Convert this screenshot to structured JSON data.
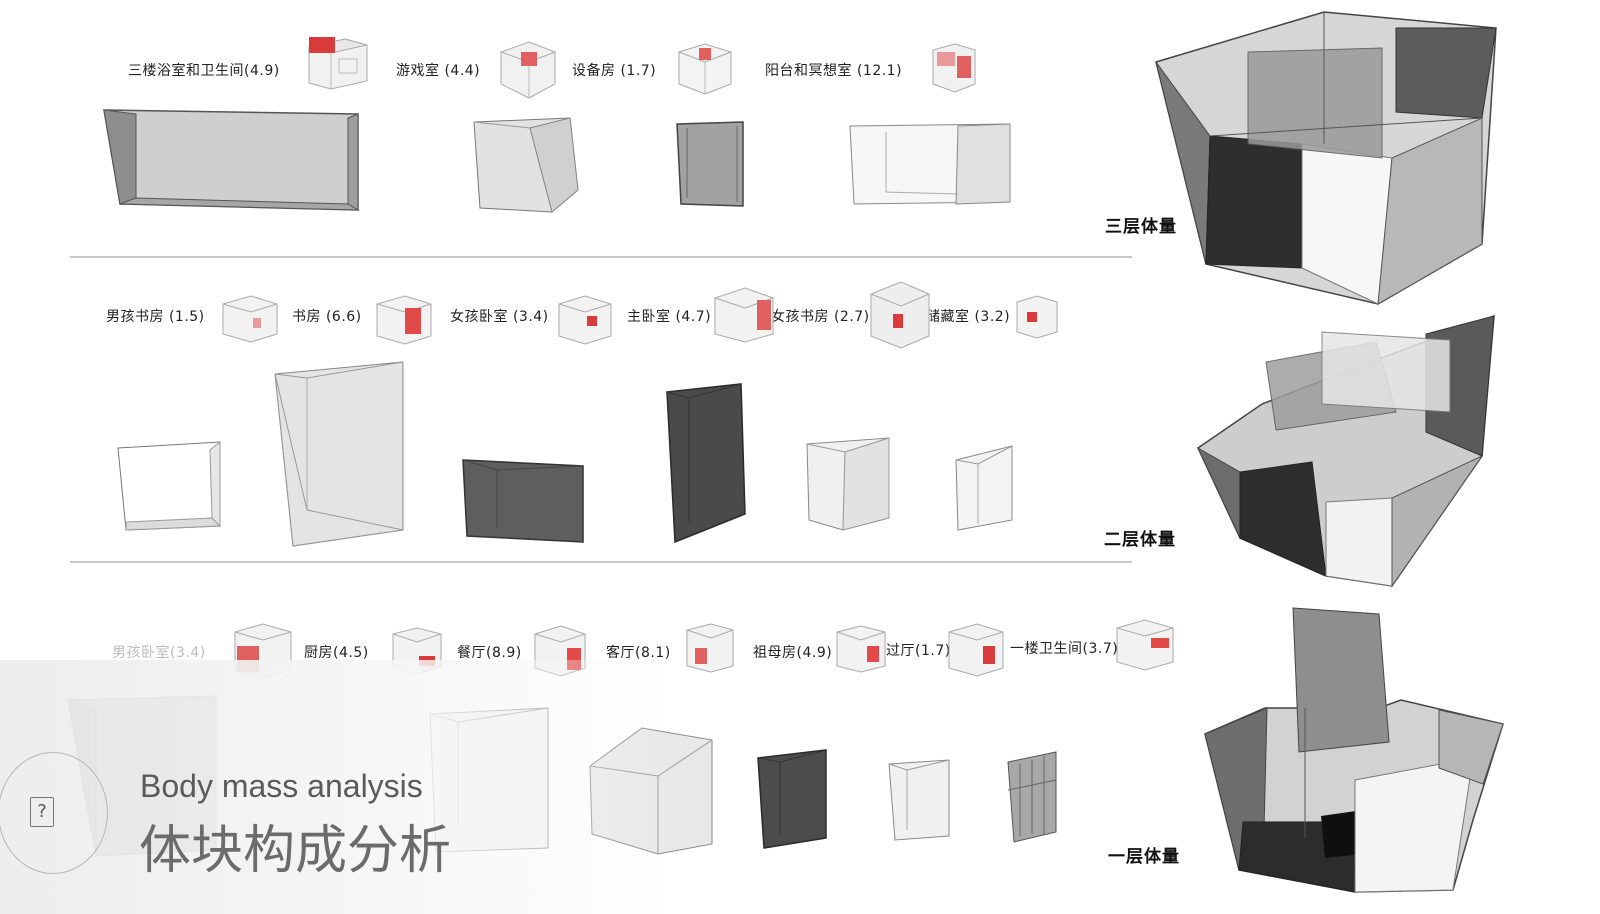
{
  "floors": [
    {
      "id": "third",
      "volume_label": "三层体量",
      "rooms": [
        {
          "label": "三楼浴室和卫生间(4.9)"
        },
        {
          "label": "游戏室 (4.4)"
        },
        {
          "label": "设备房 (1.7)"
        },
        {
          "label": "阳台和冥想室 (12.1)"
        }
      ]
    },
    {
      "id": "second",
      "volume_label": "二层体量",
      "rooms": [
        {
          "label": "男孩书房 (1.5)"
        },
        {
          "label": "书房 (6.6)"
        },
        {
          "label": "女孩卧室 (3.4)"
        },
        {
          "label": "主卧室 (4.7)"
        },
        {
          "label": "女孩书房 (2.7)"
        },
        {
          "label": "储藏室 (3.2)"
        }
      ]
    },
    {
      "id": "first",
      "volume_label": "一层体量",
      "rooms": [
        {
          "label": "男孩卧室(3.4)"
        },
        {
          "label": "厨房(4.5)"
        },
        {
          "label": "餐厅(8.9)"
        },
        {
          "label": "客厅(8.1)"
        },
        {
          "label": "祖母房(4.9)"
        },
        {
          "label": "过厅(1.7)"
        },
        {
          "label": "一楼卫生间(3.7)"
        }
      ]
    }
  ],
  "title": {
    "en": "Body mass analysis",
    "zh": "体块构成分析"
  },
  "icons": {
    "help": "help-icon",
    "help_glyph": "?"
  },
  "colors": {
    "accent": "#e0474c",
    "dark": "#3f3f3f",
    "mid": "#9a9a9a",
    "light": "#dcdcdc"
  }
}
